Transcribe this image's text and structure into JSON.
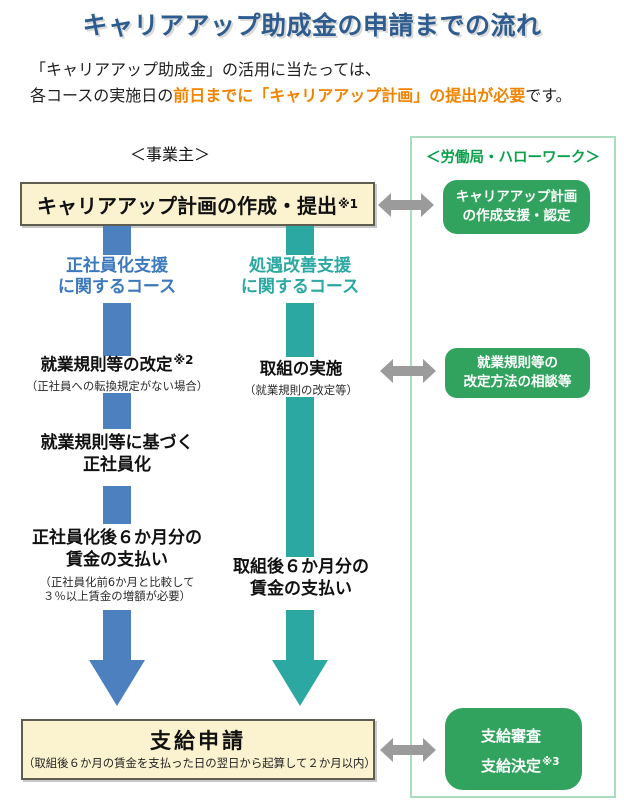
{
  "colors": {
    "title_blue": "#2E5C8E",
    "highlight_orange": "#F08300",
    "bar_blue": "#4C80BE",
    "course_label_blue": "#3C78BE",
    "bar_teal": "#2BA8A2",
    "green_box": "#31A35E",
    "agency_header_green": "#0BA04A",
    "panel_border_green": "#ABDCC0",
    "arrow_gray": "#9B9B9B",
    "cream_box_bg": "#FBF2CF",
    "cream_box_border": "#5F5C50"
  },
  "header": {
    "title": "キャリアアップ助成金の申請までの流れ",
    "intro_line1": "「キャリアアップ助成金」の活用に当たっては、",
    "intro_line2_prefix": "各コースの実施日の",
    "intro_line2_highlight": "前日までに「キャリアアップ計画」の提出が必要",
    "intro_line2_suffix": "です。"
  },
  "columns": {
    "employer": "＜事業主＞",
    "agency": "＜労働局・ハローワーク＞"
  },
  "employer_flow": {
    "plan_box": {
      "label": "キャリアアップ計画の作成・提出",
      "ref": "※1"
    },
    "course_left": {
      "line1": "正社員化支援",
      "line2": "に関するコース"
    },
    "course_right": {
      "line1": "処遇改善支援",
      "line2": "に関するコース"
    },
    "left_revision": {
      "title": "就業規則等の改定",
      "ref": "※2",
      "note": "（正社員への転換規定がない場合）"
    },
    "left_regularization": {
      "line1": "就業規則等に基づく",
      "line2": "正社員化"
    },
    "left_payment": {
      "line1": "正社員化後６か月分の",
      "line2": "賃金の支払い",
      "note_line1": "（正社員化前6か月と比較して",
      "note_line2": "３％以上賃金の増額が必要）"
    },
    "right_implementation": {
      "title": "取組の実施",
      "note": "（就業規則の改定等）"
    },
    "right_payment": {
      "line1": "取組後６か月分の",
      "line2": "賃金の支払い"
    },
    "apply_box": {
      "title": "支給申請",
      "note": "（取組後６か月の賃金を支払った日の翌日から起算して２か月以内）"
    }
  },
  "agency_flow": {
    "support_box": {
      "line1": "キャリアアップ計画",
      "line2": "の作成支援・認定"
    },
    "consult_box": {
      "line1": "就業規則等の",
      "line2": "改定方法の相談等"
    },
    "decision_box": {
      "line1": "支給審査",
      "line2": "支給決定",
      "ref": "※3"
    }
  }
}
